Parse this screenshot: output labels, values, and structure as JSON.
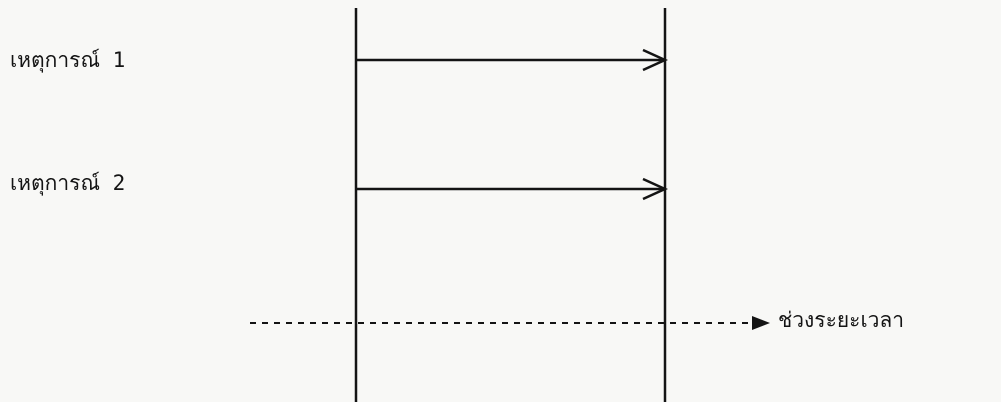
{
  "diagram": {
    "events": [
      {
        "label": "เหตุการณ์ 1"
      },
      {
        "label": "เหตุการณ์ 2"
      }
    ],
    "time_axis_label": "ช่วงระยะเวลา",
    "colors": {
      "ink": "#141414",
      "paper": "#f8f8f6"
    }
  }
}
